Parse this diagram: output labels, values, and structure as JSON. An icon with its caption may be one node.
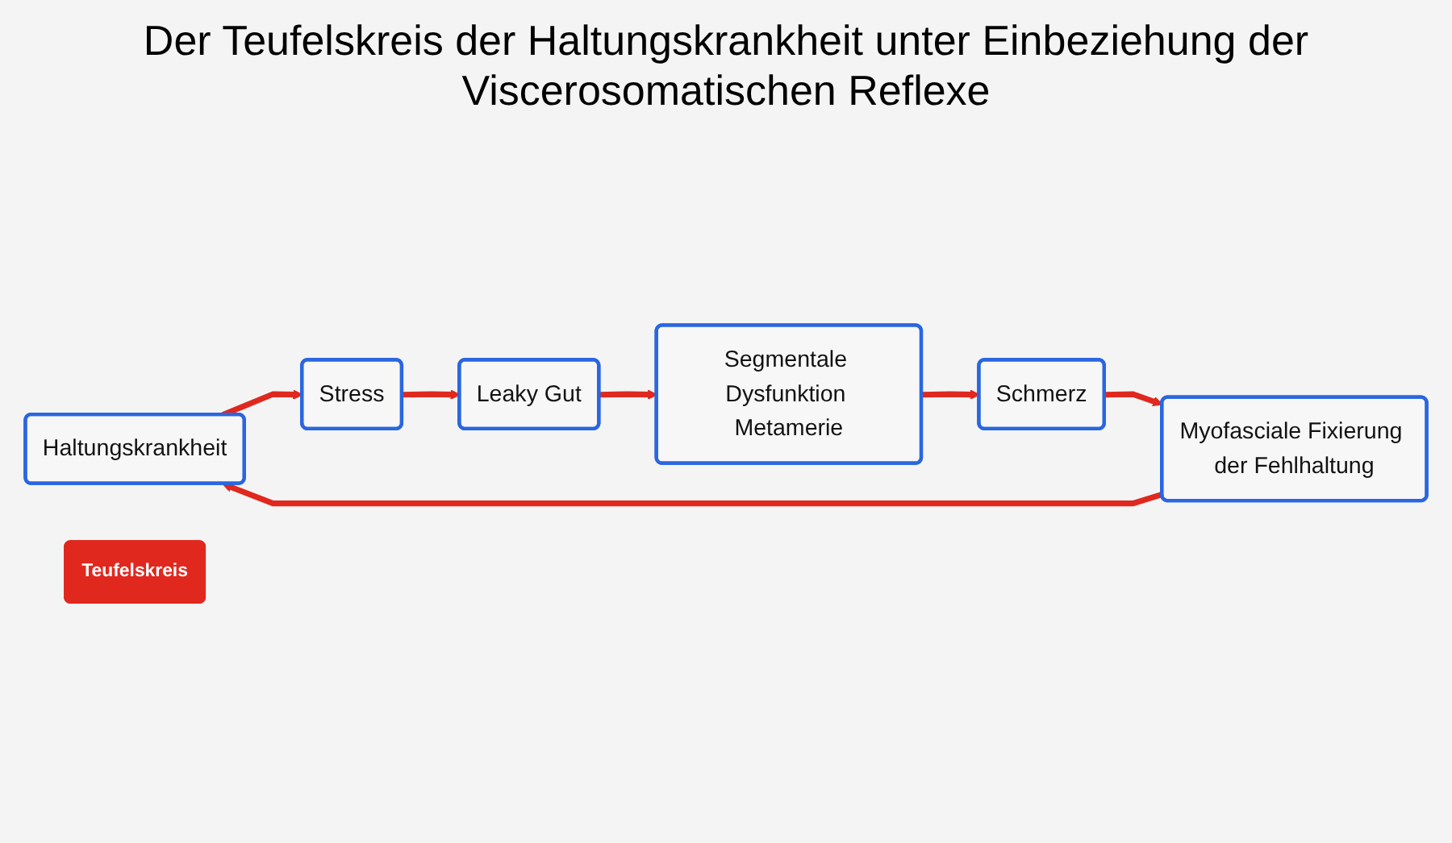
{
  "diagram": {
    "title": "Der Teufelskreis der Haltungskrankheit unter Einbeziehung der Viscerosomatischen Reflexe",
    "nodes": [
      {
        "text": [
          "Haltungskrankheit"
        ]
      },
      {
        "text": [
          "Myofasciale Fixierung der Fehlhaltung"
        ]
      },
      {
        "text": [
          "Schmerz"
        ]
      },
      {
        "text": [
          "Teufelskreis"
        ]
      },
      {
        "text": [
          "Stress"
        ]
      },
      {
        "text": [
          "Leaky Gut"
        ]
      },
      {
        "text": [
          "Segmentale Dysfunktion Metamerie"
        ]
      }
    ],
    "edges": [
      {
        "from": 2,
        "to": 1,
        "arrow": "to"
      },
      {
        "from": 1,
        "to": 0,
        "arrow": "to"
      },
      {
        "from": 0,
        "to": 4,
        "arrow": "to"
      },
      {
        "from": 4,
        "to": 5,
        "arrow": "to"
      },
      {
        "from": 5,
        "to": 6,
        "arrow": "to"
      },
      {
        "from": 6,
        "to": 2,
        "arrow": "to"
      }
    ]
  }
}
